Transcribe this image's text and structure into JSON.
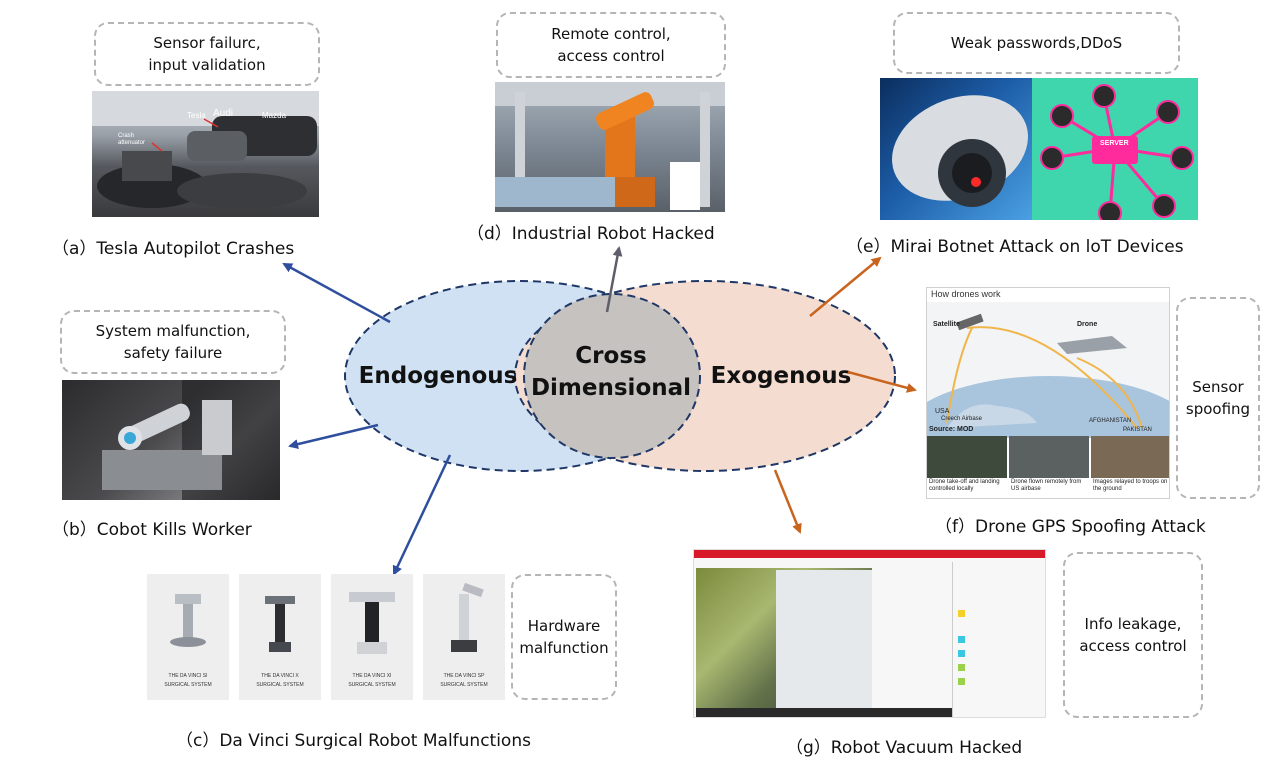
{
  "venn": {
    "left_label": "Endogenous",
    "center_label_line1": "Cross",
    "center_label_line2": "Dimensional",
    "right_label": "Exogenous"
  },
  "cases": {
    "a": {
      "caption": "（a）Tesla Autopilot Crashes",
      "issue_line1": "Sensor failurc,",
      "issue_line2": "input validation",
      "photo_labels": [
        "Tesla",
        "Audi",
        "Mazda",
        "Crash",
        "attenuator"
      ]
    },
    "b": {
      "caption": "（b）Cobot Kills Worker",
      "issue_line1": "System malfunction,",
      "issue_line2": "safety failure"
    },
    "c": {
      "caption": "（c）Da Vinci Surgical Robot Malfunctions",
      "issue_line1": "Hardware",
      "issue_line2": "malfunction",
      "systems": [
        {
          "line1": "THE DA VINCI SI",
          "line2": "SURGICAL SYSTEM"
        },
        {
          "line1": "THE DA VINCI X",
          "line2": "SURGICAL SYSTEM"
        },
        {
          "line1": "THE DA VINCI XI",
          "line2": "SURGICAL SYSTEM"
        },
        {
          "line1": "THE DA VINCI SP",
          "line2": "SURGICAL SYSTEM"
        }
      ]
    },
    "d": {
      "caption": "（d）Industrial Robot Hacked",
      "issue_line1": "Remote control,",
      "issue_line2": "access control"
    },
    "e": {
      "caption": "（e）Mirai Botnet Attack on loT Devices",
      "issue_line1": "Weak passwords,DDoS",
      "photo_label": "SERVER"
    },
    "f": {
      "caption": "（f）Drone GPS Spoofing Attack",
      "issue_line1": "Sensor",
      "issue_line2": "spoofing",
      "infographic": {
        "title": "How drones work",
        "satellite": "Satellite",
        "drone": "Drone",
        "usa": "USA",
        "airbase": "Creech Airbase",
        "source": "Source: MOD",
        "afghanistan": "AFGHANISTAN",
        "pakistan": "PAKISTAN",
        "step1": "Drone take-off and landing controlled locally",
        "step2": "Drone flown remotely from US airbase",
        "step3": "Images relayed to troops on the ground"
      }
    },
    "g": {
      "caption": "（g）Robot Vacuum Hacked",
      "issue_line1": "Info leakage,",
      "issue_line2": "access control"
    }
  },
  "colors": {
    "endogenous_fill": "#cfe1f3",
    "exogenous_fill": "#f4ddd0",
    "cross_fill": "#c5c2c0",
    "endogenous_arrow": "#2f4f9e",
    "exogenous_arrow": "#c9641f",
    "cross_arrow": "#5f5f6b",
    "dashed_border": "#b5b5b5"
  }
}
